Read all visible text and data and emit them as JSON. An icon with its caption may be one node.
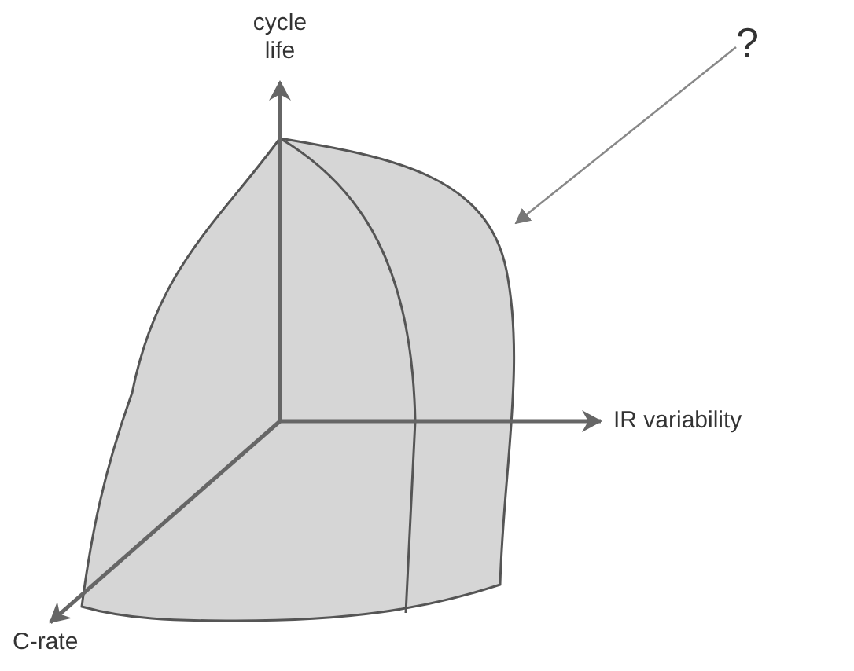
{
  "diagram": {
    "nodes": [
      {
        "text": [
          "?"
        ]
      },
      {
        "text": [],
        "shape": "picture"
      }
    ],
    "edges": [
      {
        "from": 0,
        "to": 1,
        "arrow": "to"
      }
    ],
    "labels": [
      "cycle life",
      "IR variability",
      "C-rate"
    ]
  }
}
